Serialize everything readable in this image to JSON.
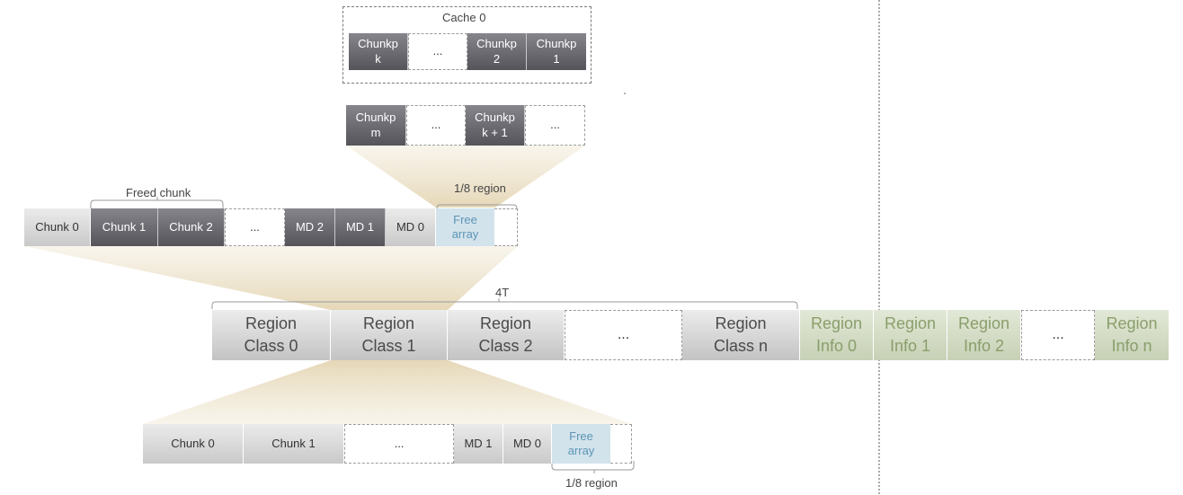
{
  "cache": {
    "title": "Cache 0",
    "cells": [
      "Chunkp\nk",
      "...",
      "Chunkp\n2",
      "Chunkp\n1"
    ]
  },
  "pointer_row": {
    "cells": [
      "Chunkp\nm",
      "...",
      "Chunkp\nk + 1",
      "..."
    ]
  },
  "region_top": {
    "freed_label": "Freed chunk",
    "eighth_label": "1/8 region",
    "cells": [
      "Chunk 0",
      "Chunk 1",
      "Chunk 2",
      "...",
      "MD 2",
      "MD 1",
      "MD 0",
      "Free\narray"
    ]
  },
  "main_row": {
    "size_label": "4T",
    "classes": [
      "Region\nClass 0",
      "Region\nClass 1",
      "Region\nClass 2",
      "...",
      "Region\nClass n"
    ],
    "infos": [
      "Region\nInfo 0",
      "Region\nInfo 1",
      "Region\nInfo 2",
      "...",
      "Region\nInfo n"
    ]
  },
  "region_bottom": {
    "eighth_label": "1/8 region",
    "cells": [
      "Chunk 0",
      "Chunk 1",
      "...",
      "MD 1",
      "MD 0",
      "Free\narray"
    ]
  },
  "colors": {
    "dark_cell": "#6b6a71",
    "light_cell": "#d9d9d9",
    "free_array": "#d3e3ec",
    "region_info_text": "#8a9e6b",
    "zoom_fill": "#e4d5b3"
  }
}
